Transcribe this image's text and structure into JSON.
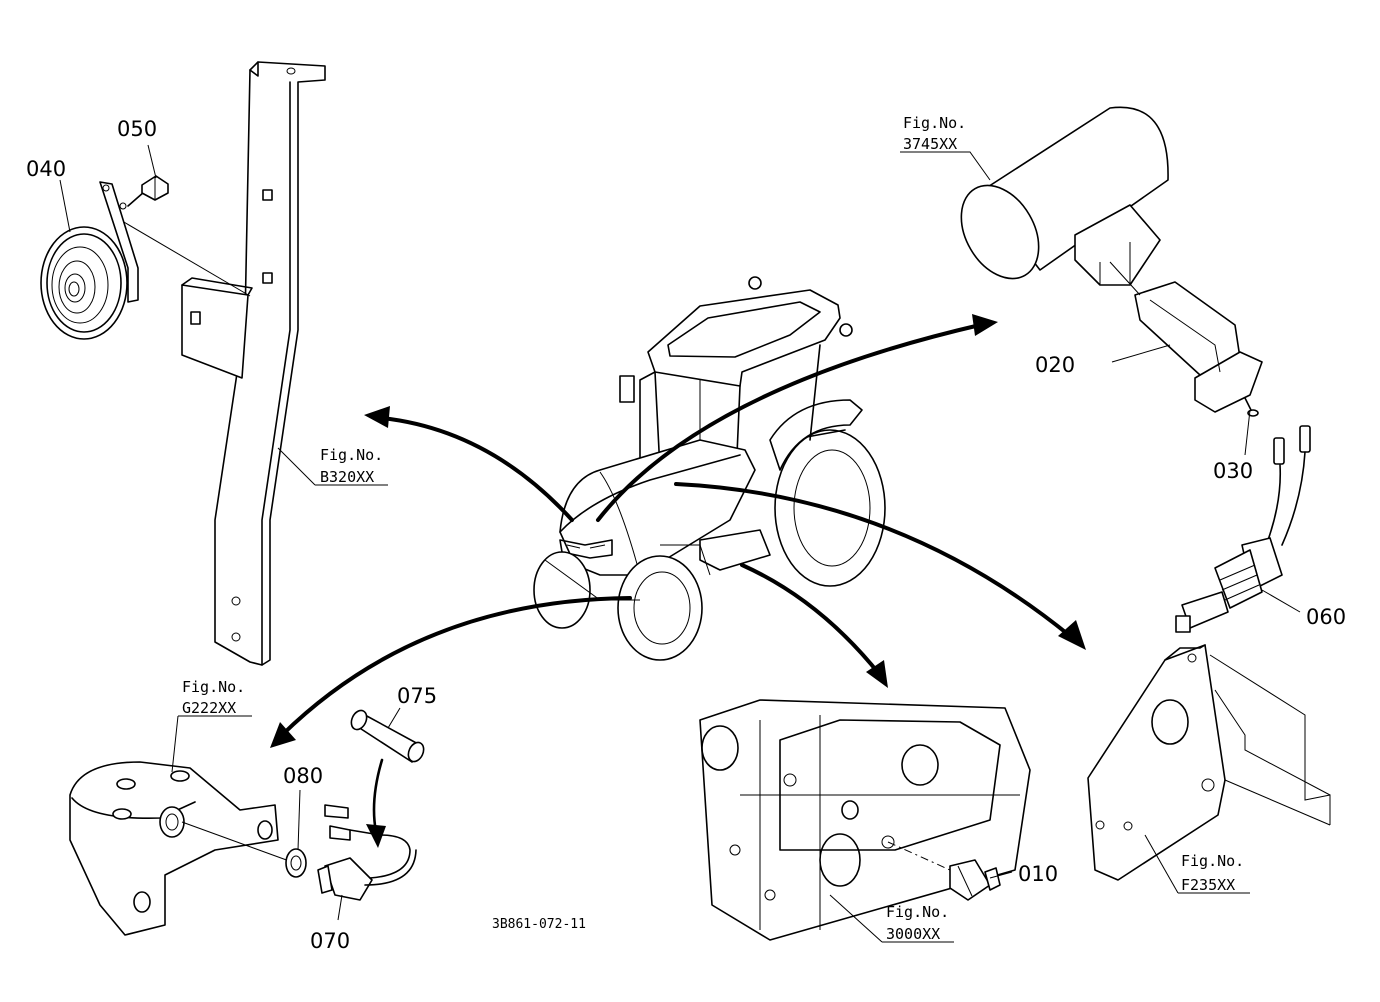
{
  "parts": {
    "p010": "010",
    "p020": "020",
    "p030": "030",
    "p040": "040",
    "p050": "050",
    "p060": "060",
    "p070": "070",
    "p075": "075",
    "p080": "080"
  },
  "figures": {
    "label": "Fig.No.",
    "f3745": "3745XX",
    "fb320": "B320XX",
    "fg222": "G222XX",
    "f3000": "3000XX",
    "ff235": "F235XX"
  },
  "drawing_code": "3B861-072-11"
}
